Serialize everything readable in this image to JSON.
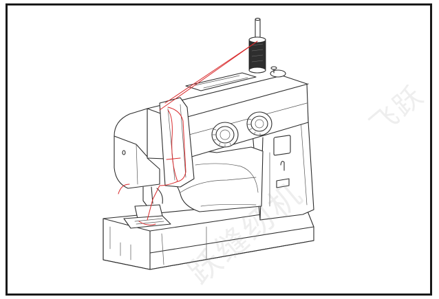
{
  "figure": {
    "subject": "sewing-machine-threading",
    "colors": {
      "outline": "#2b2b2b",
      "thread": "#d8282a",
      "spool": "#2e2e2e",
      "frame": "#1a1a1a",
      "watermark": "#969696"
    }
  },
  "watermark": {
    "main_text": "跃缝纫机",
    "corner_text": "飞跃"
  }
}
